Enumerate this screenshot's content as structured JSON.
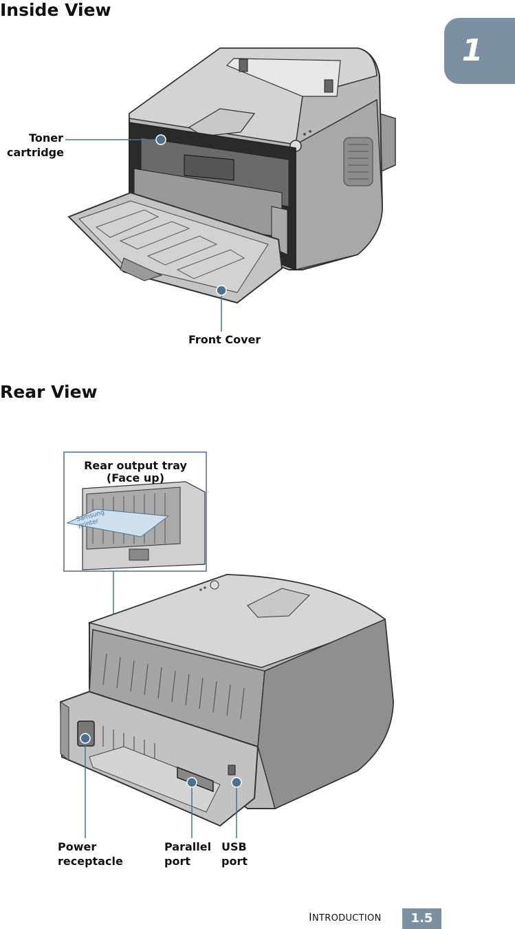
{
  "chapter": {
    "number": "1"
  },
  "sections": {
    "inside": {
      "title": "Inside View"
    },
    "rear": {
      "title": "Rear View"
    }
  },
  "callouts": {
    "toner_cartridge": [
      "Toner",
      "cartridge"
    ],
    "front_cover": "Front Cover",
    "rear_output_tray": [
      "Rear output tray",
      "(Face up)"
    ],
    "power_receptacle": [
      "Power",
      "receptacle"
    ],
    "parallel_port": [
      "Parallel",
      "port"
    ],
    "usb_port": [
      "USB",
      "port"
    ]
  },
  "paper_text": [
    "Samsung",
    "printer"
  ],
  "footer": {
    "section_first": "I",
    "section_rest": "NTRODUCTION",
    "page_number": "1.5"
  },
  "colors": {
    "accent": "#7d8fa3",
    "printer_body": "#b8b8b8",
    "printer_shadow": "#8c8c8c",
    "callout_dot": "#4a7290",
    "paper": "#cfe1ef"
  }
}
